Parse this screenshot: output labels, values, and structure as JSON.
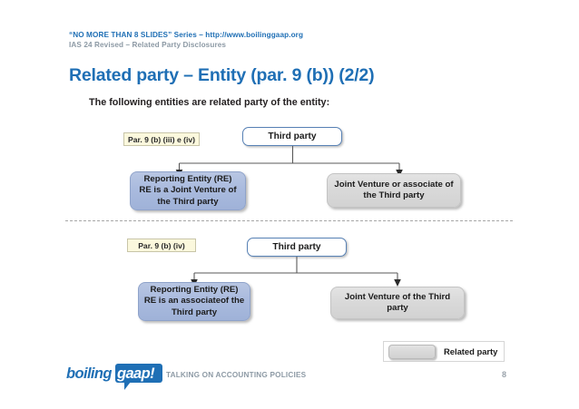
{
  "header": {
    "series_line": "“NO MORE THAN 8 SLIDES” Series – http://www.boilinggaap.org",
    "subject_line": "IAS 24 Revised – Related Party Disclosures",
    "series_color": "#1f6fb5",
    "subject_color": "#8d9aa5"
  },
  "slide": {
    "title": "Related party – Entity (par. 9 (b)) (2/2)",
    "title_color": "#1f6fb5",
    "intro": "The following entities are related party of the entity:"
  },
  "diagram": {
    "sections": [
      {
        "tag": "Par. 9 (b) (iii) e (iv)",
        "root": "Third party",
        "left_box": "Reporting Entity (RE)\nRE is a Joint Venture of\nthe Third party",
        "left_box_lines": [
          "Reporting Entity (RE)",
          "RE is a Joint Venture of",
          "the Third party"
        ],
        "right_box_lines": [
          "Joint Venture or associate of",
          "the Third party"
        ]
      },
      {
        "tag": "Par. 9 (b) (iv)",
        "root": "Third party",
        "left_box_lines": [
          "Reporting Entity (RE)",
          "RE is an associateof the",
          "Third party"
        ],
        "right_box_lines": [
          "Joint Venture of the Third",
          "party"
        ]
      }
    ],
    "colors": {
      "reporting_entity_fill": "#a9bade",
      "related_party_fill": "#d9d9d9",
      "third_party_border": "#5781b5",
      "tag_fill": "#fbf8dd",
      "connector": "#595959",
      "divider": "#a6a6a6"
    }
  },
  "legend": {
    "label": "Related party"
  },
  "footer": {
    "logo_part1": "boiling",
    "logo_part2": "gaap!",
    "tagline": "TALKING ON ACCOUNTING POLICIES",
    "page_number": "8"
  }
}
